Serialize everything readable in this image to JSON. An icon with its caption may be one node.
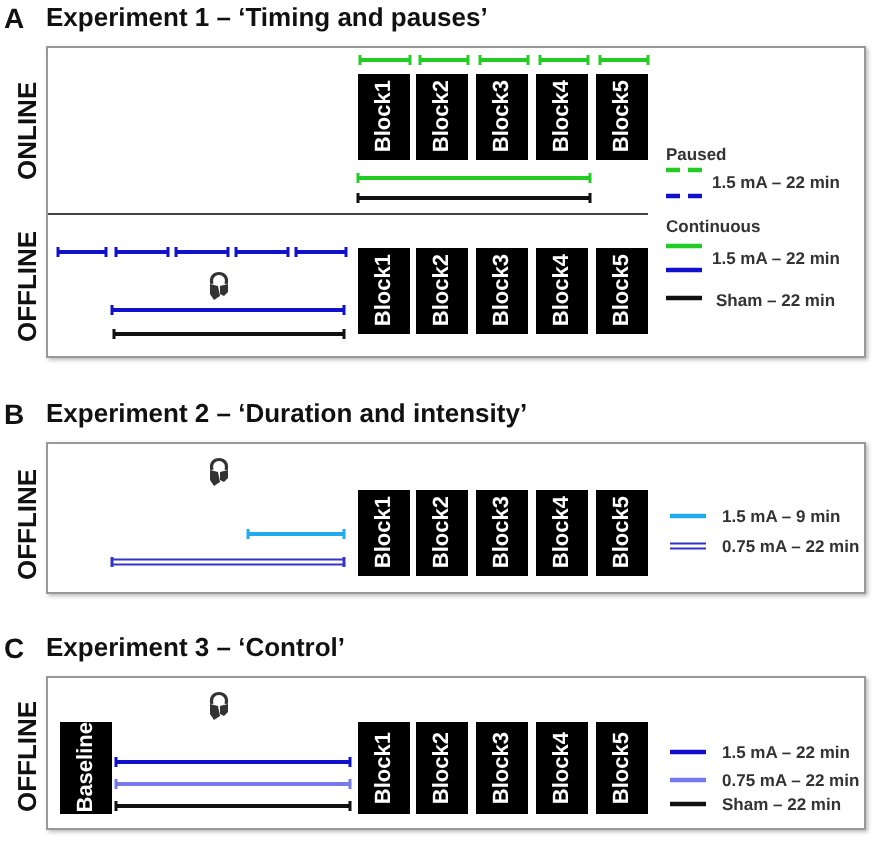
{
  "diagram": {
    "nodes": [
      {
        "text": [
          "A",
          "Experiment 1 – ‘Timing and pauses’"
        ]
      },
      {
        "text": [
          "ONLINE"
        ],
        "in": 0
      },
      {
        "text": [
          "Block1"
        ],
        "in": 1
      },
      {
        "text": [
          "Block2"
        ],
        "in": 1
      },
      {
        "text": [
          "Block3"
        ],
        "in": 1
      },
      {
        "text": [
          "Block4"
        ],
        "in": 1
      },
      {
        "text": [
          "Block5"
        ],
        "in": 1
      },
      {
        "text": [
          "OFFLINE"
        ],
        "in": 0
      },
      {
        "text": [
          "Block1"
        ],
        "in": 7
      },
      {
        "text": [
          "Block2"
        ],
        "in": 7
      },
      {
        "text": [
          "Block3"
        ],
        "in": 7
      },
      {
        "text": [
          "Block4"
        ],
        "in": 7
      },
      {
        "text": [
          "Block5"
        ],
        "in": 7
      },
      {
        "text": [
          "B",
          "Experiment 2 – ‘Duration and intensity’",
          "OFFLINE"
        ]
      },
      {
        "text": [
          "Block1"
        ],
        "in": 13
      },
      {
        "text": [
          "Block2"
        ],
        "in": 13
      },
      {
        "text": [
          "Block3"
        ],
        "in": 13
      },
      {
        "text": [
          "Block4"
        ],
        "in": 13
      },
      {
        "text": [
          "Block5"
        ],
        "in": 13
      },
      {
        "text": [
          "C",
          "Experiment 3 – ‘Control’",
          "OFFLINE"
        ]
      },
      {
        "text": [
          "Baseline"
        ],
        "in": 19
      },
      {
        "text": [
          "Block1"
        ],
        "in": 19
      },
      {
        "text": [
          "Block2"
        ],
        "in": 19
      },
      {
        "text": [
          "Block3"
        ],
        "in": 19
      },
      {
        "text": [
          "Block4"
        ],
        "in": 19
      },
      {
        "text": [
          "Block5"
        ],
        "in": 19
      }
    ],
    "labels": [
      "Paused",
      "Continuous"
    ],
    "legend": [
      {
        "text": "1.5 mA – 22 min"
      },
      {
        "text": "1.5 mA – 22 min"
      },
      {
        "text": "Sham – 22 min"
      },
      {
        "text": "1.5 mA – 9 min"
      },
      {
        "text": "0.75 mA – 22 min"
      },
      {
        "text": "1.5 mA – 22 min"
      },
      {
        "text": "0.75 mA – 22 min"
      },
      {
        "text": "Sham – 22 min"
      }
    ]
  }
}
